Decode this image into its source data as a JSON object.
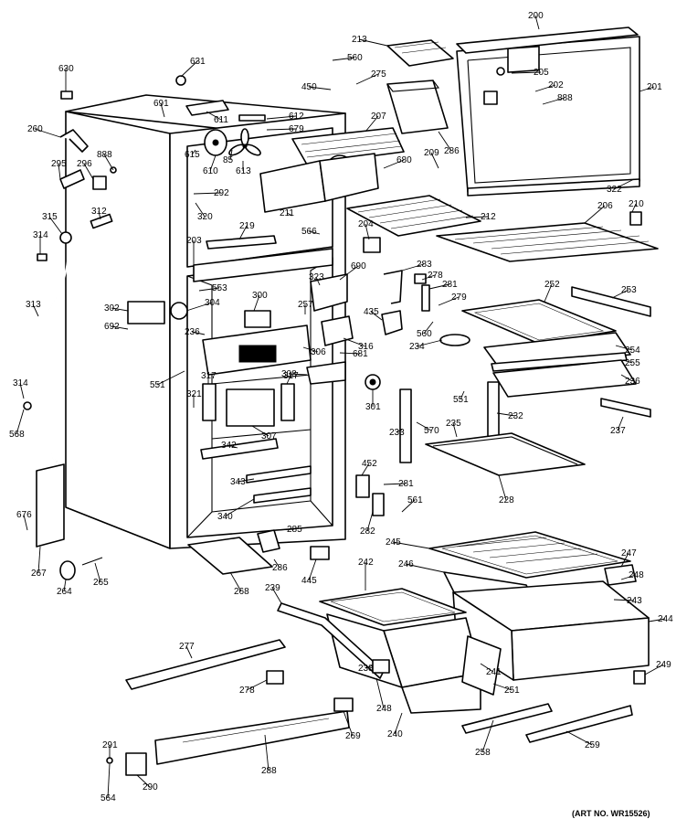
{
  "diagram": {
    "art_number": "(ART NO. WR15526)",
    "parts": [
      {
        "id": "p200",
        "num": "200"
      },
      {
        "id": "p213",
        "num": "213"
      },
      {
        "id": "p560a",
        "num": "560"
      },
      {
        "id": "p275",
        "num": "275"
      },
      {
        "id": "p450",
        "num": "450"
      },
      {
        "id": "p205",
        "num": "205"
      },
      {
        "id": "p202",
        "num": "202"
      },
      {
        "id": "p888a",
        "num": "888"
      },
      {
        "id": "p201",
        "num": "201"
      },
      {
        "id": "p630",
        "num": "630"
      },
      {
        "id": "p631",
        "num": "631"
      },
      {
        "id": "p691",
        "num": "691"
      },
      {
        "id": "p611",
        "num": "611"
      },
      {
        "id": "p612",
        "num": "612"
      },
      {
        "id": "p679",
        "num": "679"
      },
      {
        "id": "p207",
        "num": "207"
      },
      {
        "id": "p286",
        "num": "286"
      },
      {
        "id": "p260",
        "num": "260"
      },
      {
        "id": "p888b",
        "num": "888"
      },
      {
        "id": "p296",
        "num": "296"
      },
      {
        "id": "p295",
        "num": "295"
      },
      {
        "id": "p615",
        "num": "615"
      },
      {
        "id": "p610",
        "num": "610"
      },
      {
        "id": "p85",
        "num": "85"
      },
      {
        "id": "p613",
        "num": "613"
      },
      {
        "id": "p680",
        "num": "680"
      },
      {
        "id": "p209",
        "num": "209"
      },
      {
        "id": "p322",
        "num": "322"
      },
      {
        "id": "p292",
        "num": "292"
      },
      {
        "id": "p210",
        "num": "210"
      },
      {
        "id": "p315",
        "num": "315"
      },
      {
        "id": "p312",
        "num": "312"
      },
      {
        "id": "p320",
        "num": "320"
      },
      {
        "id": "p211",
        "num": "211"
      },
      {
        "id": "p212",
        "num": "212"
      },
      {
        "id": "p206",
        "num": "206"
      },
      {
        "id": "p314a",
        "num": "314"
      },
      {
        "id": "p219",
        "num": "219"
      },
      {
        "id": "p566",
        "num": "566"
      },
      {
        "id": "p204",
        "num": "204"
      },
      {
        "id": "p203",
        "num": "203"
      },
      {
        "id": "p323",
        "num": "323"
      },
      {
        "id": "p690",
        "num": "690"
      },
      {
        "id": "p283",
        "num": "283"
      },
      {
        "id": "p278a",
        "num": "278"
      },
      {
        "id": "p281a",
        "num": "281"
      },
      {
        "id": "p252",
        "num": "252"
      },
      {
        "id": "p253",
        "num": "253"
      },
      {
        "id": "p313",
        "num": "313"
      },
      {
        "id": "p553",
        "num": "553"
      },
      {
        "id": "p300",
        "num": "300"
      },
      {
        "id": "p302",
        "num": "302"
      },
      {
        "id": "p304",
        "num": "304"
      },
      {
        "id": "p257",
        "num": "257"
      },
      {
        "id": "p279",
        "num": "279"
      },
      {
        "id": "p692",
        "num": "692"
      },
      {
        "id": "p236a",
        "num": "236"
      },
      {
        "id": "p435",
        "num": "435"
      },
      {
        "id": "p560b",
        "num": "560"
      },
      {
        "id": "p306",
        "num": "306"
      },
      {
        "id": "p316",
        "num": "316"
      },
      {
        "id": "p681",
        "num": "681"
      },
      {
        "id": "p234",
        "num": "234"
      },
      {
        "id": "p254",
        "num": "254"
      },
      {
        "id": "p255",
        "num": "255"
      },
      {
        "id": "p551a",
        "num": "551"
      },
      {
        "id": "p317a",
        "num": "317"
      },
      {
        "id": "p317b",
        "num": "317"
      },
      {
        "id": "p308",
        "num": "308"
      },
      {
        "id": "p236b",
        "num": "236"
      },
      {
        "id": "p314b",
        "num": "314"
      },
      {
        "id": "p321",
        "num": "321"
      },
      {
        "id": "p301",
        "num": "301"
      },
      {
        "id": "p551b",
        "num": "551"
      },
      {
        "id": "p232",
        "num": "232"
      },
      {
        "id": "p568",
        "num": "568"
      },
      {
        "id": "p307",
        "num": "307"
      },
      {
        "id": "p233",
        "num": "233"
      },
      {
        "id": "p570",
        "num": "570"
      },
      {
        "id": "p235",
        "num": "235"
      },
      {
        "id": "p237",
        "num": "237"
      },
      {
        "id": "p342",
        "num": "342"
      },
      {
        "id": "p452",
        "num": "452"
      },
      {
        "id": "p343",
        "num": "343"
      },
      {
        "id": "p281b",
        "num": "281"
      },
      {
        "id": "p228",
        "num": "228"
      },
      {
        "id": "p340",
        "num": "340"
      },
      {
        "id": "p561",
        "num": "561"
      },
      {
        "id": "p676",
        "num": "676"
      },
      {
        "id": "p282",
        "num": "282"
      },
      {
        "id": "p285",
        "num": "285"
      },
      {
        "id": "p245",
        "num": "245"
      },
      {
        "id": "p267",
        "num": "267"
      },
      {
        "id": "p286b",
        "num": "286"
      },
      {
        "id": "p445",
        "num": "445"
      },
      {
        "id": "p247",
        "num": "247"
      },
      {
        "id": "p242",
        "num": "242"
      },
      {
        "id": "p246",
        "num": "246"
      },
      {
        "id": "p248a",
        "num": "248"
      },
      {
        "id": "p265",
        "num": "265"
      },
      {
        "id": "p264",
        "num": "264"
      },
      {
        "id": "p268",
        "num": "268"
      },
      {
        "id": "p239",
        "num": "239"
      },
      {
        "id": "p243",
        "num": "243"
      },
      {
        "id": "p244",
        "num": "244"
      },
      {
        "id": "p277",
        "num": "277"
      },
      {
        "id": "p238",
        "num": "238"
      },
      {
        "id": "p278b",
        "num": "278"
      },
      {
        "id": "p249",
        "num": "249"
      },
      {
        "id": "p241",
        "num": "241"
      },
      {
        "id": "p251",
        "num": "251"
      },
      {
        "id": "p248b",
        "num": "248"
      },
      {
        "id": "p269",
        "num": "269"
      },
      {
        "id": "p240",
        "num": "240"
      },
      {
        "id": "p258",
        "num": "258"
      },
      {
        "id": "p259",
        "num": "259"
      },
      {
        "id": "p291",
        "num": "291"
      },
      {
        "id": "p288",
        "num": "288"
      },
      {
        "id": "p290",
        "num": "290"
      },
      {
        "id": "p564",
        "num": "564"
      }
    ]
  }
}
